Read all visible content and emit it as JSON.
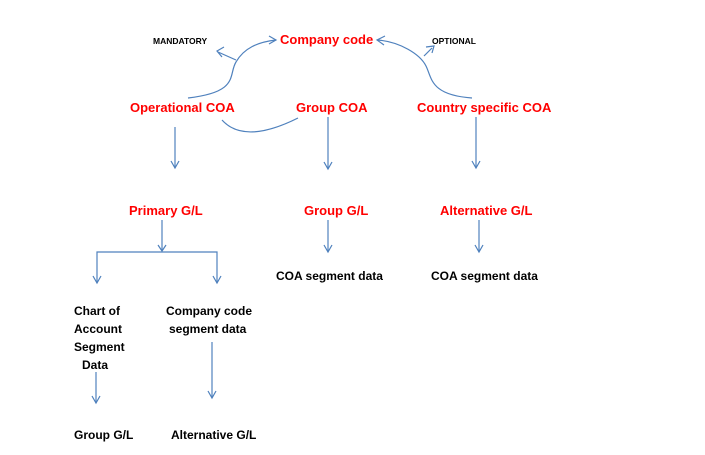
{
  "colors": {
    "node_red": "#ff0000",
    "node_black": "#000000",
    "arrow": "#4f81bd"
  },
  "top": {
    "company_code": "Company code",
    "mandatory": "MANDATORY",
    "optional": "OPTIONAL"
  },
  "coa": {
    "operational": "Operational COA",
    "group": "Group COA",
    "country": "Country specific COA"
  },
  "gl": {
    "primary": "Primary G/L",
    "group": "Group G/L",
    "alternative": "Alternative G/L"
  },
  "segments": {
    "group_coa_segment": "COA segment data",
    "alt_coa_segment": "COA segment data",
    "chart_of_account_line1": "Chart of",
    "chart_of_account_line2": "Account",
    "chart_of_account_line3": "Segment",
    "chart_of_account_line4": "Data",
    "company_code_segment_line1": "Company code",
    "company_code_segment_line2": "segment data"
  },
  "bottom": {
    "group_gl": "Group G/L",
    "alternative_gl": "Alternative G/L"
  }
}
